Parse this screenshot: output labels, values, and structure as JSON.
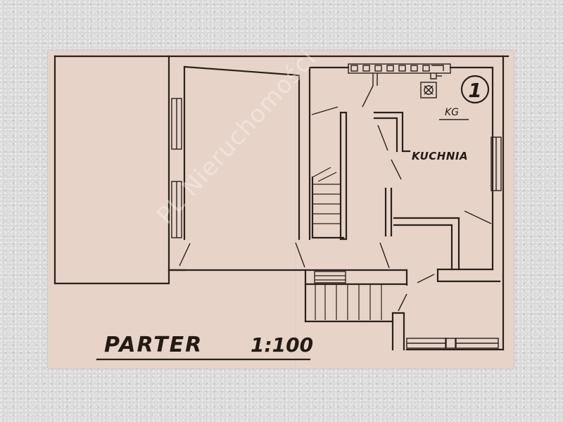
{
  "plan": {
    "room_label": "KUCHNIA",
    "meter_label": "KG",
    "marker_number": "1",
    "caption_title": "PARTER",
    "caption_scale": "1:100"
  },
  "watermark": {
    "text": "PL Nieruchomości"
  },
  "colors": {
    "paper": "#e7d3c8",
    "ink": "#2a211c",
    "background": "#d9d9d9"
  }
}
